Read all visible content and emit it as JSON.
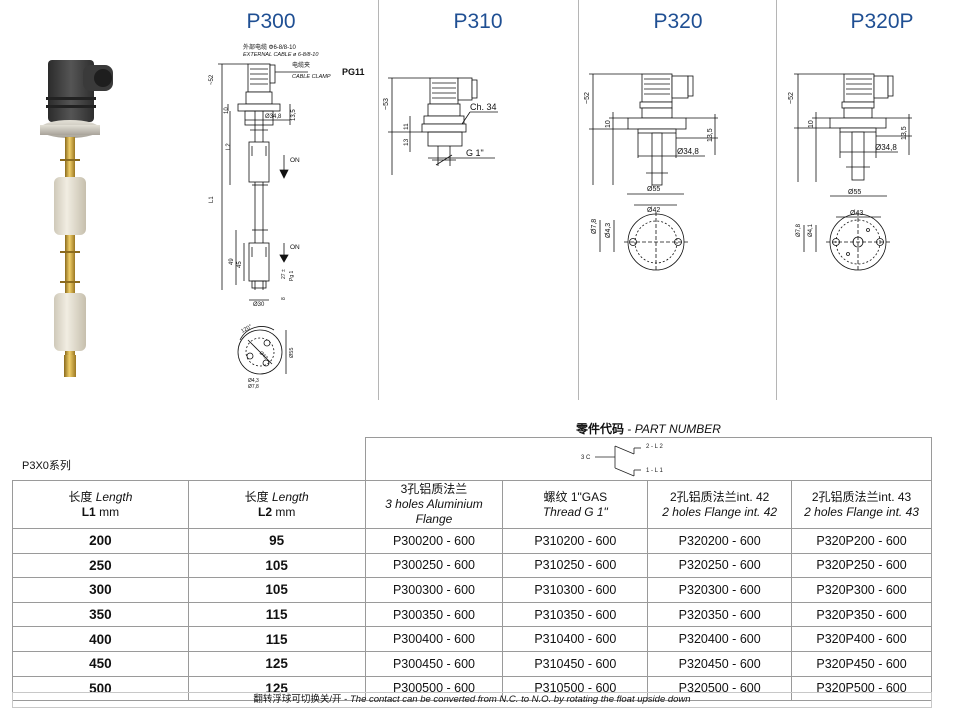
{
  "models": [
    {
      "id": "P300",
      "title": "P300"
    },
    {
      "id": "P310",
      "title": "P310"
    },
    {
      "id": "P320",
      "title": "P320"
    },
    {
      "id": "P320P",
      "title": "P320P"
    }
  ],
  "drawings": {
    "p300": {
      "cable_cn": "外部电缆 Φ6-8/8-10",
      "cable_en": "EXTERNAL CABLE ø 6-8/8-10",
      "clamp_cn": "电缆夹",
      "clamp_en": "CABLE CLAMP",
      "clamp_code": "PG11",
      "dim_height": "~52",
      "dim_flange": "10",
      "dim_135": "13,5",
      "dim_dia348": "Ø34,8",
      "dim_l2": "L2",
      "dim_l1": "L1",
      "on_label": "ON",
      "dim_49": "49",
      "dim_45": "45",
      "dim_27": "27 ±",
      "dim_pg": "Pg 1",
      "dim_8": "8",
      "dim_dia30": "Ø30",
      "dim_120": "120°",
      "dim_dia42": "Ø42",
      "dim_dia55": "Ø55",
      "dim_dia43": "Ø4,3",
      "dim_dia78": "Ø7,8"
    },
    "p310": {
      "dim_height": "~53",
      "dim_11": "11",
      "dim_13": "13",
      "ch": "Ch. 34",
      "thread": "G 1\""
    },
    "p320": {
      "dim_height": "~52",
      "dim_flange": "10",
      "dim_135": "13,5",
      "dim_dia348": "Ø34,8",
      "dim_dia55": "Ø55",
      "dim_dia42": "Ø42",
      "dim_dia78": "Ø7,8",
      "dim_dia43": "Ø4,3"
    },
    "p320p": {
      "dim_height": "~52",
      "dim_flange": "10",
      "dim_135": "13,5",
      "dim_dia348": "Ø34,8",
      "dim_dia55": "Ø55",
      "dim_dia43": "Ø43",
      "dim_dia78": "Ø7,8",
      "dim_dia41": "Ø4,1"
    }
  },
  "part_number": {
    "title_cn": "零件代码",
    "title_sep": " - ",
    "title_en": "PART NUMBER"
  },
  "series_label": "P3X0系列",
  "wiring": {
    "common": "3 C",
    "nc": "2 - L 2",
    "no": "1 - L 1"
  },
  "table": {
    "headers": [
      {
        "cn": "长度 ",
        "en": "Length",
        "code": "L1",
        "unit": " mm"
      },
      {
        "cn": "长度 ",
        "en": "Length",
        "code": "L2",
        "unit": " mm"
      },
      {
        "cn": "3孔铝质法兰",
        "en": "3 holes Aluminium Flange"
      },
      {
        "cn": "螺纹 1\"GAS",
        "en": "Thread G 1\""
      },
      {
        "cn": "2孔铝质法兰int. 42",
        "en": "2 holes Flange int. 42"
      },
      {
        "cn": "2孔铝质法兰int. 43",
        "en": "2 holes Flange int. 43"
      }
    ],
    "rows": [
      {
        "l1": "200",
        "l2": "95",
        "p300": "P300200 - 600",
        "p310": "P310200 - 600",
        "p320": "P320200 - 600",
        "p320p": "P320P200 - 600"
      },
      {
        "l1": "250",
        "l2": "105",
        "p300": "P300250 - 600",
        "p310": "P310250 - 600",
        "p320": "P320250 - 600",
        "p320p": "P320P250 - 600"
      },
      {
        "l1": "300",
        "l2": "105",
        "p300": "P300300 - 600",
        "p310": "P310300 - 600",
        "p320": "P320300 - 600",
        "p320p": "P320P300 - 600"
      },
      {
        "l1": "350",
        "l2": "115",
        "p300": "P300350 - 600",
        "p310": "P310350 - 600",
        "p320": "P320350 - 600",
        "p320p": "P320P350 - 600"
      },
      {
        "l1": "400",
        "l2": "115",
        "p300": "P300400 - 600",
        "p310": "P310400 - 600",
        "p320": "P320400 - 600",
        "p320p": "P320P400 - 600"
      },
      {
        "l1": "450",
        "l2": "125",
        "p300": "P300450 - 600",
        "p310": "P310450 - 600",
        "p320": "P320450 - 600",
        "p320p": "P320P450 - 600"
      },
      {
        "l1": "500",
        "l2": "125",
        "p300": "P300500 - 600",
        "p310": "P310500 - 600",
        "p320": "P320500 - 600",
        "p320p": "P320P500 - 600"
      }
    ]
  },
  "footnote": {
    "cn": "翻转浮球可切换关/开",
    "sep": " - ",
    "en": "The contact can be converted from N.C. to N.O. by rotating the float upside down"
  },
  "colors": {
    "title_blue": "#1f4f93",
    "brass": "#c9a43a",
    "float_white": "#e8e4d8",
    "connector_dark": "#3c3c3c",
    "border_gray": "#9a9a9a"
  }
}
